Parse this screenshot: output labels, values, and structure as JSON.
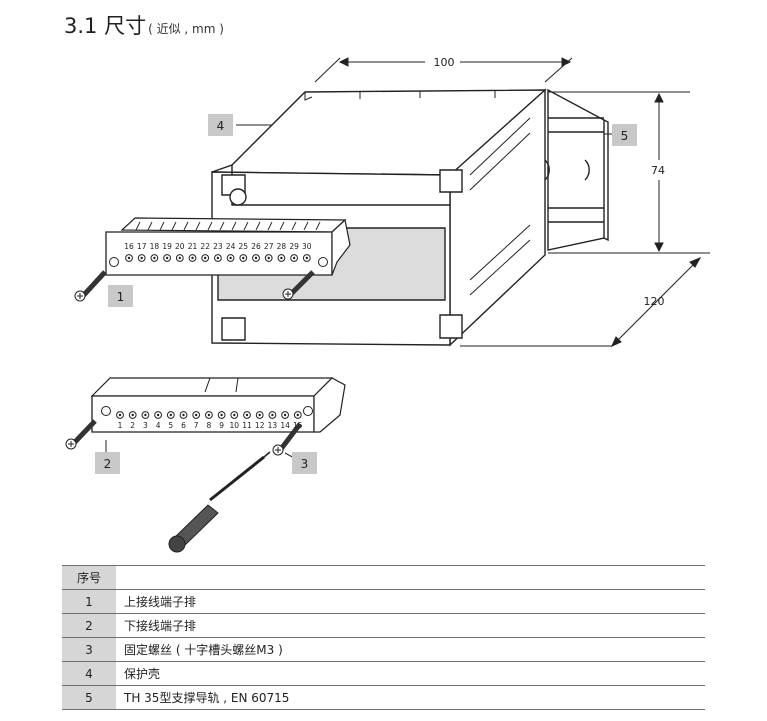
{
  "heading": {
    "title": "3.1 尺寸",
    "subtitle": "( 近似 , mm )"
  },
  "dimensions": {
    "width": "100",
    "height": "74",
    "depth": "120"
  },
  "callouts": [
    "1",
    "2",
    "3",
    "4",
    "5"
  ],
  "upper_terminal_numbers": [
    "16",
    "17",
    "18",
    "19",
    "20",
    "21",
    "22",
    "23",
    "24",
    "25",
    "26",
    "27",
    "28",
    "29",
    "30"
  ],
  "lower_terminal_numbers": [
    "1",
    "2",
    "3",
    "4",
    "5",
    "6",
    "7",
    "8",
    "9",
    "10",
    "11",
    "12",
    "13",
    "14",
    "15"
  ],
  "legend": {
    "header": "序号",
    "rows": [
      {
        "num": "1",
        "desc": "上接线端子排"
      },
      {
        "num": "2",
        "desc": "下接线端子排"
      },
      {
        "num": "3",
        "desc": "固定螺丝 ( 十字槽头螺丝M3 )"
      },
      {
        "num": "4",
        "desc": "保护壳"
      },
      {
        "num": "5",
        "desc": "TH 35型支撑导轨 , EN 60715"
      }
    ]
  },
  "colors": {
    "callout_fill": "#c8c8c8",
    "header_cell": "#d6d6d6"
  }
}
